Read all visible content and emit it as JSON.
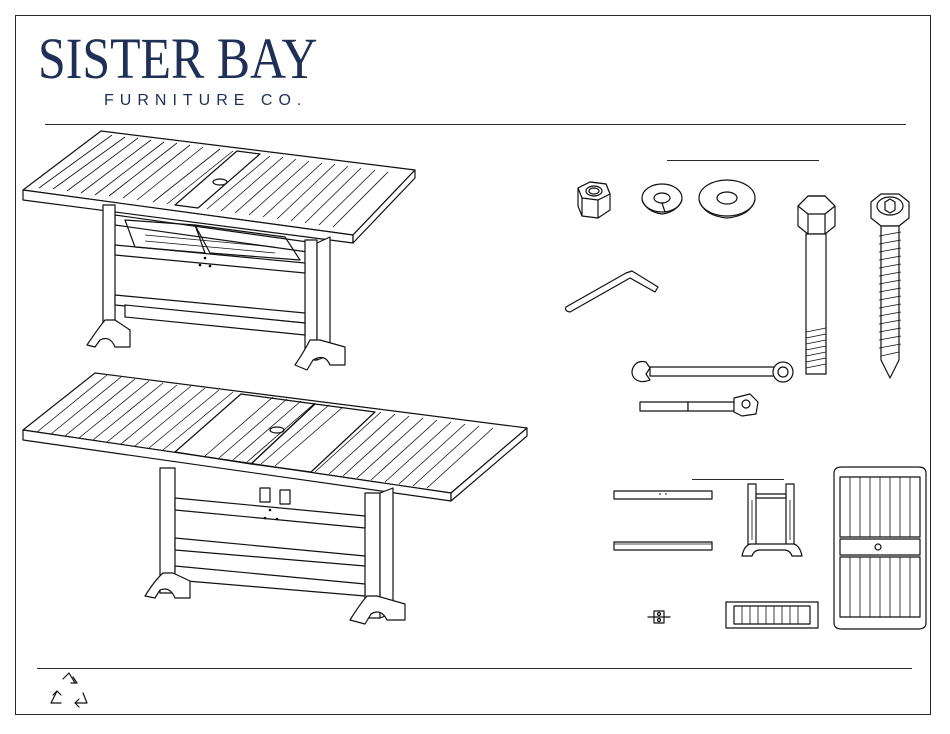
{
  "brand": {
    "name": "SISTER BAY",
    "sub": "FURNITURE CO.",
    "color": "#1f2f55"
  },
  "illustrations": {
    "table_closed": "rectangular-table-closed",
    "table_extended": "rectangular-table-extended",
    "hardware": [
      "hex-nut",
      "lock-washer",
      "flat-washer",
      "hex-bolt",
      "lag-screw",
      "allen-key",
      "combination-wrench",
      "ratchet-wrench"
    ],
    "parts": [
      "long-rail",
      "short-rail",
      "leg-frame",
      "table-top-panel",
      "bracket-clip",
      "leaf-insert"
    ]
  },
  "footer": {
    "icon": "recycle-icon"
  }
}
